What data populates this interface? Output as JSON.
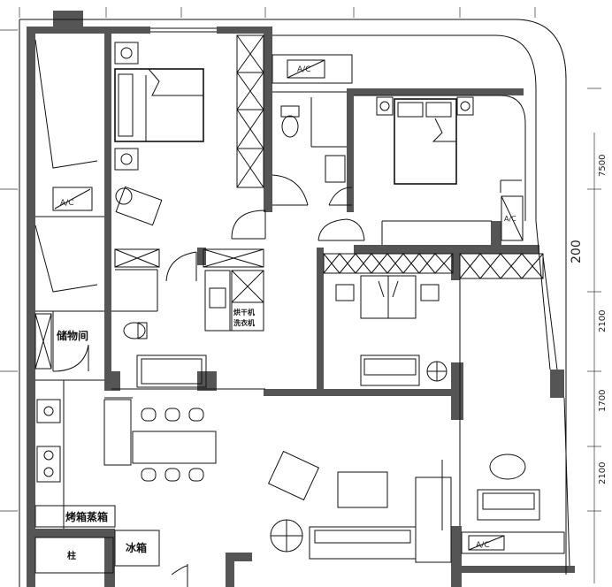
{
  "labels": {
    "storage": "储物间",
    "dryer_top": "烘干机",
    "dryer_bottom": "洗衣机",
    "oven_steamer": "烤箱蒸箱",
    "fridge": "冰箱",
    "small_appliance": "柱"
  },
  "dimensions": {
    "right_main": "200",
    "right_top": "7500",
    "right_mid1": "2100",
    "right_mid2": "1700",
    "right_bottom": "2100"
  },
  "colors": {
    "wall": "#555555",
    "line": "#111111",
    "background": "#ffffff"
  }
}
